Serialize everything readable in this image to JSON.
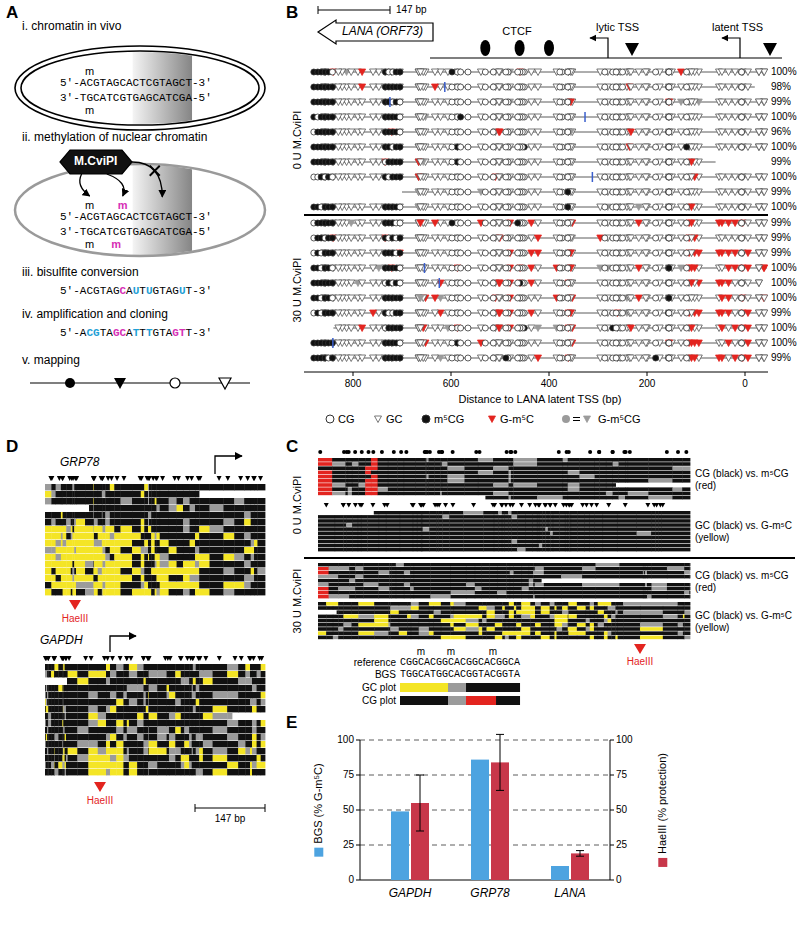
{
  "diagram": {
    "nodes": [
      {
        "text": [
          "M.CviPI"
        ]
      },
      {
        "text": [
          "LANA (ORF73)"
        ]
      }
    ],
    "labels": [
      "A",
      "i. chromatin in vivo",
      "5′-ACGTAGCACTCGTAGCT-3′",
      "3′-TGCATCGTGAGCATCGA-5′",
      "m",
      "m",
      "ii. methylation of nuclear chromatin",
      "5′-ACGTAGCACTCGTAGCT-3′",
      "3′-TGCATCGTGAGCATCGA-5′",
      "m",
      "m",
      "m",
      "m",
      "iii. bisulfite conversion",
      "5′-ACGTAGCAUTUGTAGUT-3′",
      "iv. amplification and cloning",
      "5′-ACGTAGCATTTGTAGTT-3′",
      "v. mapping",
      "B",
      "147 bp",
      "CTCF",
      "lytic TSS",
      "latent TSS",
      "0 U M.CviPI",
      "30 U M.CviPI",
      "100%",
      "98%",
      "99%",
      "100%",
      "96%",
      "100%",
      "99%",
      "100%",
      "99%",
      "100%",
      "99%",
      "99%",
      "99%",
      "100%",
      "100%",
      "100%",
      "99%",
      "100%",
      "100%",
      "99%",
      "800",
      "600",
      "400",
      "200",
      "0",
      "Distance to LANA latent TSS (bp)",
      "C",
      "CG (black) vs. m⁵CG (red)",
      "GC (black) vs. G-m⁵C (yellow)",
      "0 U M.CviPI",
      "CG (black) vs. m⁵CG (red)",
      "GC (black) vs. G-m⁵C (yellow)",
      "30 U M.CviPI",
      "HaeIII",
      "reference",
      "CGGCACGGCACGGCACGGCA",
      "m",
      "m",
      "m",
      "BGS",
      "TGGCATGGCACGGTACGGTA",
      "GC plot",
      "CG plot",
      "D",
      "GRP78",
      "HaeIII",
      "GAPDH",
      "HaeIII",
      "147 bp",
      "E",
      "0",
      "25",
      "50",
      "75",
      "100",
      "0",
      "25",
      "50",
      "75",
      "100",
      "GAPDH",
      "GRP78",
      "LANA"
    ],
    "legend": [
      {
        "text": "CG"
      },
      {
        "text": "GC"
      },
      {
        "text": "m⁵CG"
      },
      {
        "text": "G-m⁵C"
      },
      {
        "text": "G-m⁵CG"
      },
      {
        "text": "BGS (% G-m⁵C)",
        "color": "#4da3e0"
      },
      {
        "text": "HaeIII (% protection)",
        "color": "#c8374a"
      }
    ]
  }
}
